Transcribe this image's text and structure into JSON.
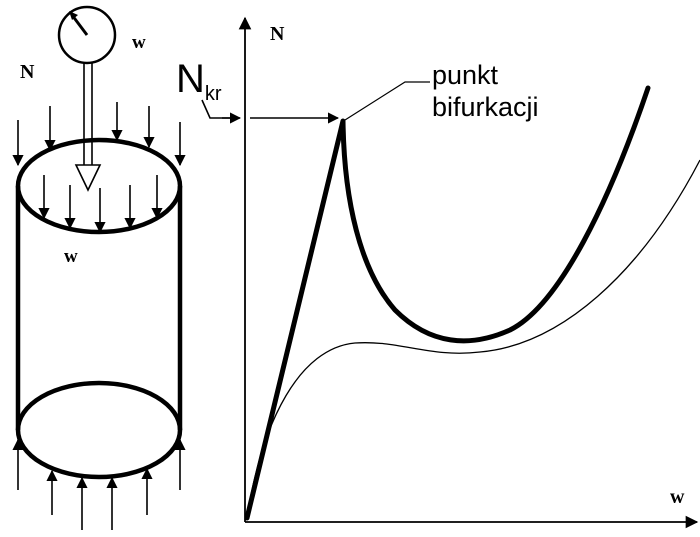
{
  "cylinder": {
    "label_force": "N",
    "label_gauge": "w",
    "label_displacement": "w"
  },
  "graph": {
    "y_axis_label": "N",
    "x_axis_label": "w",
    "critical_label_main": "N",
    "critical_label_sub": "kr",
    "annotation_line1": "punkt",
    "annotation_line2": "bifurkacji"
  },
  "colors": {
    "stroke": "#000000",
    "background": "#ffffff"
  }
}
